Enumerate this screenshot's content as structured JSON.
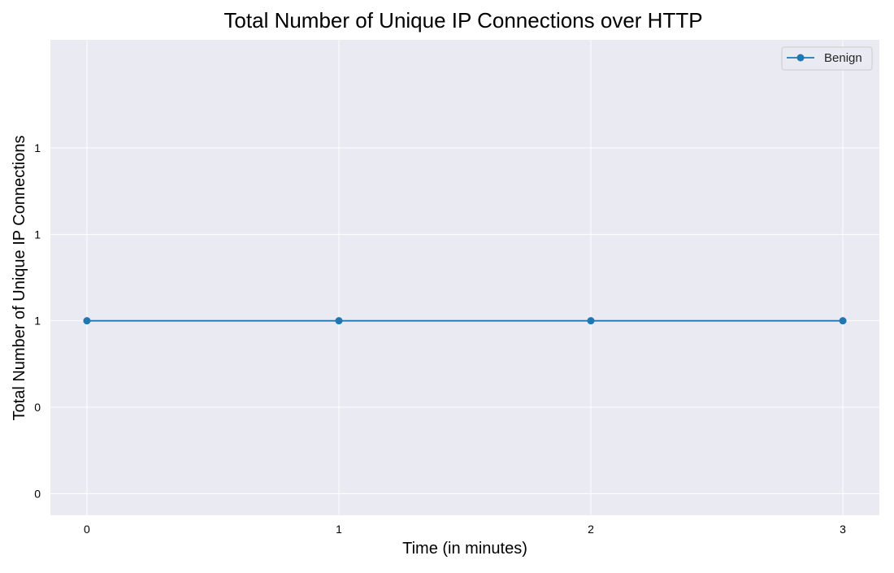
{
  "chart_data": {
    "type": "line",
    "title": "Total Number of Unique IP Connections over HTTP",
    "xlabel": "Time (in minutes)",
    "ylabel": "Total Number of Unique IP Connections",
    "x": [
      0,
      1,
      2,
      3
    ],
    "x_tick_labels": [
      "0",
      "1",
      "2",
      "3"
    ],
    "y_ticks": [
      0.6,
      0.8,
      1.0,
      1.2,
      1.4
    ],
    "y_tick_labels": [
      "0",
      "0",
      "1",
      "1",
      "1"
    ],
    "xlim": [
      -0.145,
      3.145
    ],
    "ylim": [
      0.55,
      1.65
    ],
    "grid": true,
    "legend_position": "top-right",
    "series": [
      {
        "name": "Benign",
        "values": [
          1,
          1,
          1,
          1
        ],
        "color": "#1f77b4",
        "marker": "circle"
      }
    ],
    "colors": {
      "plot_background": "#eaeaf2",
      "grid": "#ffffff"
    }
  }
}
